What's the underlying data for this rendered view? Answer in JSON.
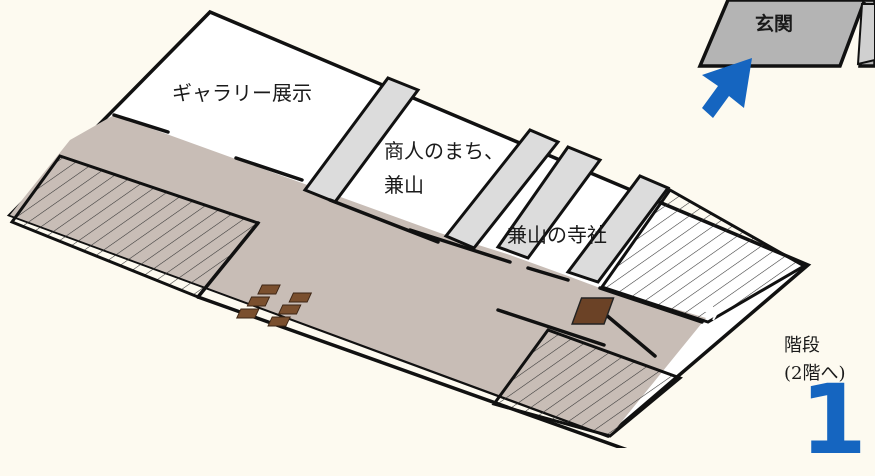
{
  "floor_number": "1",
  "rooms": {
    "gallery": "ギャラリー展示",
    "merchant_town_line1": "商人のまち、",
    "merchant_town_line2": "兼山",
    "temples": "兼山の寺社",
    "entrance": "玄関"
  },
  "stairs": {
    "line1": "階段",
    "line2": "(2階へ)"
  },
  "colors": {
    "corridor": "#c8bdb6",
    "room": "#ffffff",
    "passage": "#dcdcdc",
    "entrance": "#b4b4b4",
    "arrow": "#1565c0",
    "background": "#fdfaf0"
  },
  "icons": [
    "entrance-arrow-icon",
    "stairs-icon",
    "display-case-icon"
  ]
}
